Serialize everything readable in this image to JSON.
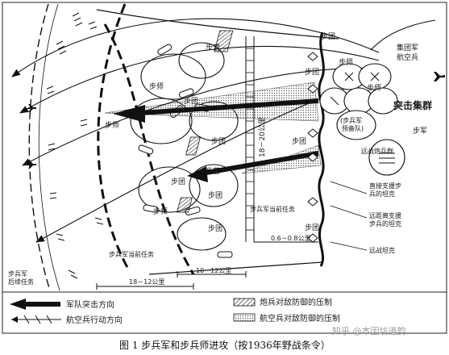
{
  "caption": "图 1   步兵军和步兵师进攻（按1936年野战条令）",
  "watermark": "知乎 @本因坊道韵",
  "units": {
    "corps_air": "集团军\n航空兵",
    "corps_air_l1": "集团军",
    "corps_air_l2": "航空兵",
    "shock_group": "突击集群",
    "corps": "步军",
    "infantry_division": "步师",
    "infantry_regiment": "步团",
    "infantry_battalion": "步营",
    "reserve": "(步兵军\n预备队)",
    "reserve_l1": "(步兵军",
    "reserve_l2": "预备队)",
    "long_range_artillery": "远战炮兵群"
  },
  "annotations": {
    "depth_18_20": "18－20公里",
    "current_task_corps": "步兵军当前任务",
    "current_task_division": "步兵军当前任务",
    "distance_06_08": "0.6－0.8公里",
    "direct_support_tank": "直接支援步\n兵的坦克",
    "direct_support_l1": "直接支援步",
    "direct_support_l2": "兵的坦克",
    "remote_support_tank": "远距离支援\n步兵的坦克",
    "remote_support_l1": "远距离支援",
    "remote_support_l2": "步兵的坦克",
    "long_range_tank": "远战坦克",
    "subsequent_task": "步兵军\n后续任务",
    "subsequent_l1": "步兵军",
    "subsequent_l2": "后续任务",
    "depth_18_12": "18－12公里",
    "depth_10_12": "10－12公里"
  },
  "legend": {
    "troop_breakthrough": "军队突击方向",
    "air_action": "航空兵行动方向",
    "artillery_suppression": "炮兵对敌防御的压制",
    "air_suppression": "航空兵对敌防御的压制"
  }
}
